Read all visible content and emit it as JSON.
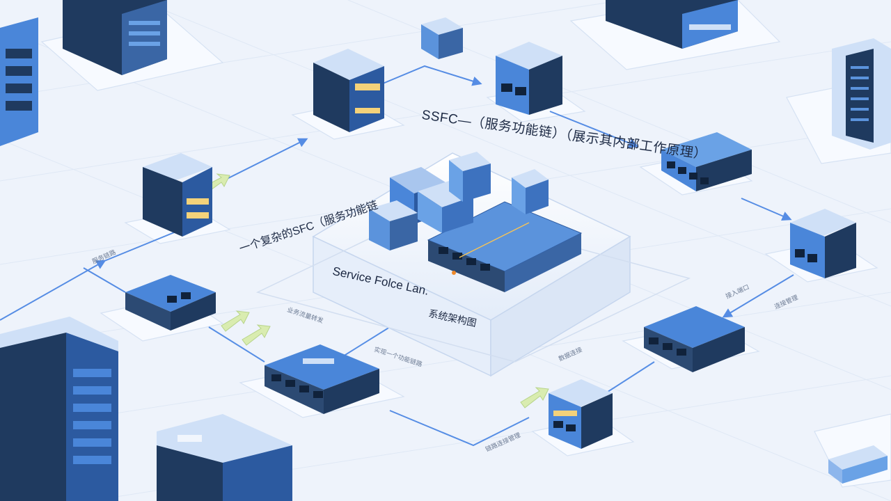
{
  "titles": {
    "main": "SSFC—（服务功能链）（展示其内部工作原理）",
    "left": "一个复杂的SFC（服务功能链",
    "platform": "Service Folce Lan.",
    "platform_suffix": "系统架构图"
  },
  "small_labels": {
    "left_edge": "服务链路",
    "center_left": "业务流量转发",
    "center_mid": "实现一个功能链路",
    "right_top": "接入端口",
    "right_mid": "数据连接",
    "right_low": "连接管理",
    "bottom_mid": "链路连接管理"
  },
  "colors": {
    "background": "#eef3fb",
    "tile": "#f7faff",
    "tile_edge": "#d6e2f3",
    "device_dark": "#1f3a5f",
    "device_blue": "#4a86d9",
    "device_light": "#cfe0f7",
    "accent_yellow": "#f4d27a",
    "accent_green": "#d9ecb0",
    "connector": "#3b7be0"
  },
  "icons": {
    "server": "server-rack-icon",
    "switch": "network-switch-icon",
    "router": "router-box-icon",
    "arrow": "flow-arrow-icon"
  }
}
